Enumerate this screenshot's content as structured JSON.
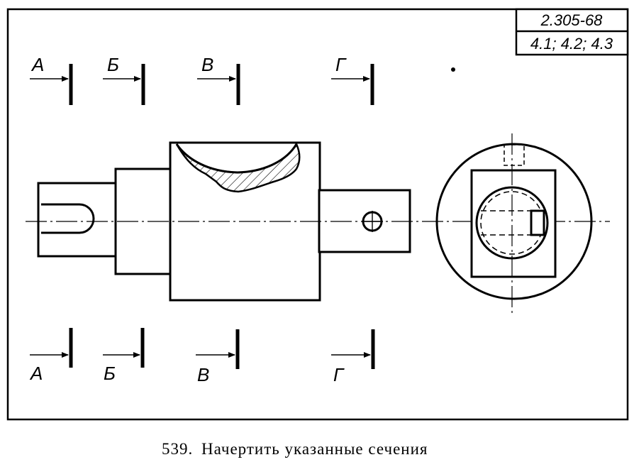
{
  "title_block": {
    "standard": "2.305-68",
    "clauses": "4.1; 4.2; 4.3"
  },
  "section_labels": {
    "top": [
      "А",
      "Б",
      "В",
      "Г"
    ],
    "bottom": [
      "А",
      "Б",
      "В",
      "Г"
    ]
  },
  "caption": {
    "number": "539.",
    "text": "Начертить указанные сечения"
  }
}
